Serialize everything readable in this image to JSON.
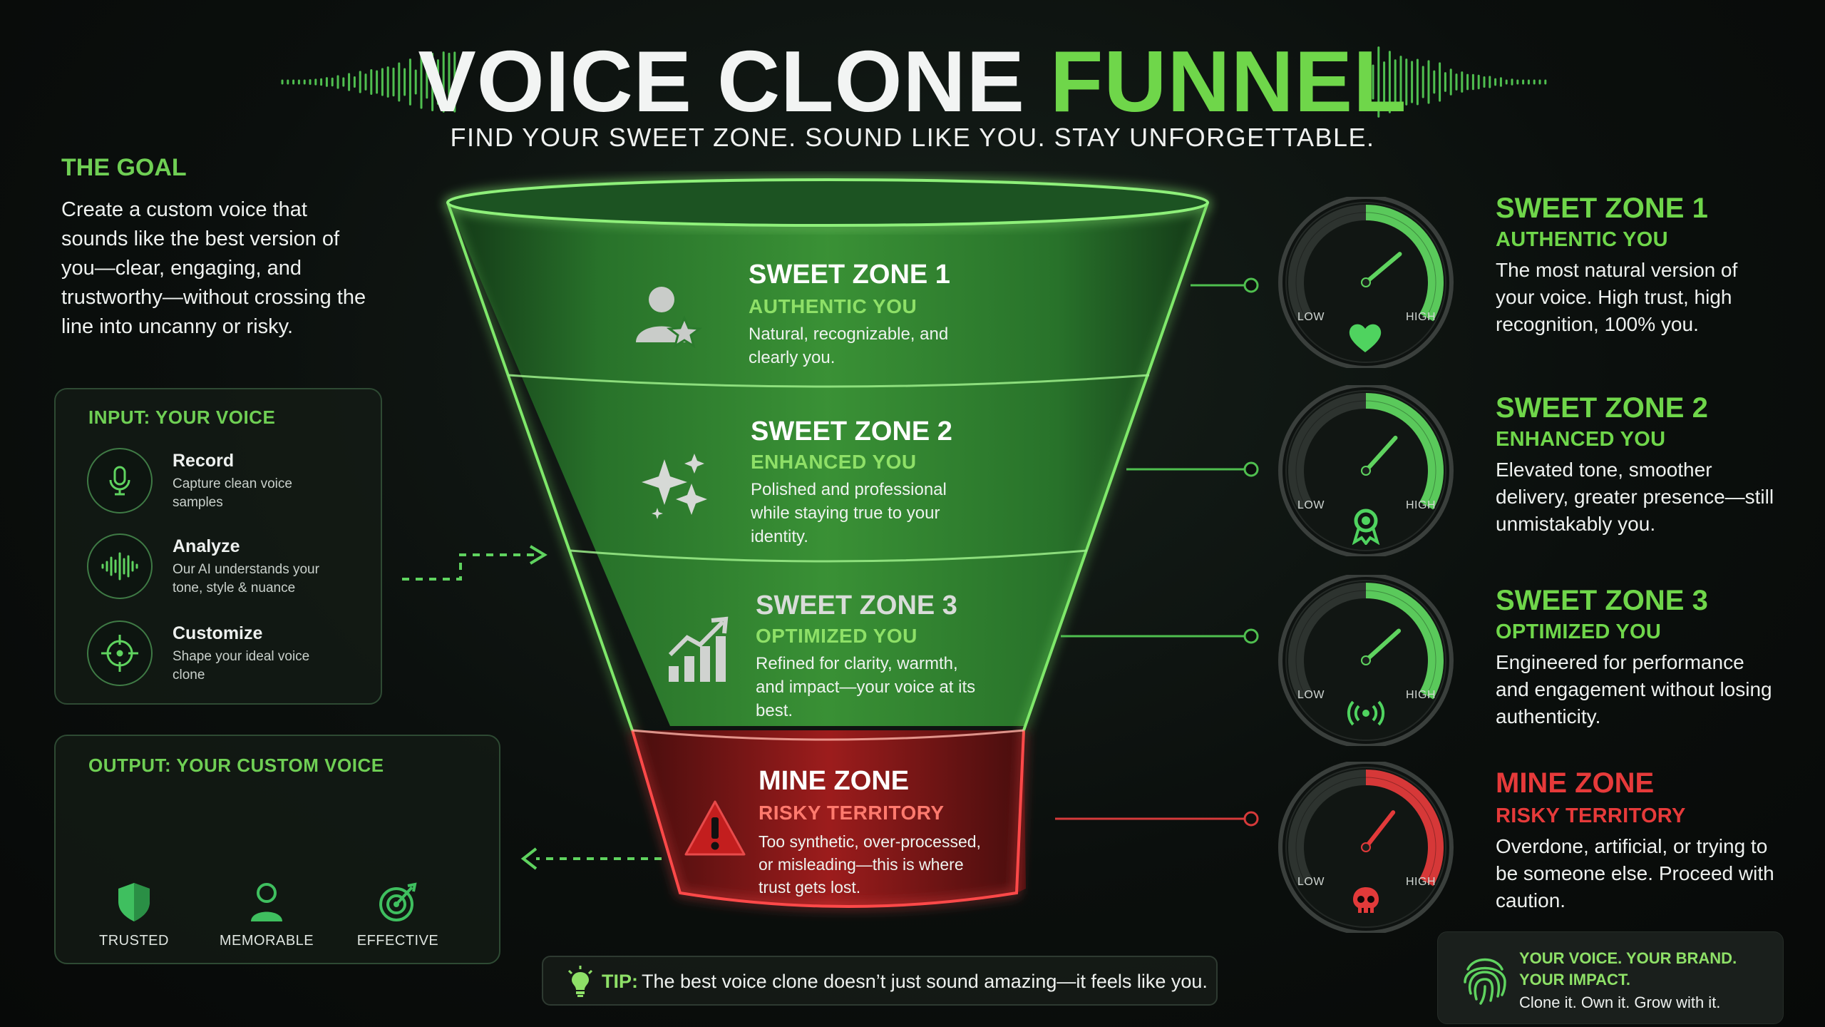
{
  "header": {
    "title_white": "VOICE CLONE",
    "title_green": "FUNNEL",
    "subtitle": "FIND YOUR SWEET ZONE. SOUND LIKE YOU. STAY UNFORGETTABLE."
  },
  "goal": {
    "heading": "THE GOAL",
    "text": "Create a custom voice that sounds like the best version of you—clear, engaging, and trustworthy—without crossing the line into uncanny or risky."
  },
  "input": {
    "heading": "INPUT: YOUR VOICE",
    "steps": [
      {
        "title": "Record",
        "desc": "Capture clean voice samples",
        "icon": "microphone-icon"
      },
      {
        "title": "Analyze",
        "desc": "Our AI understands your tone, style & nuance",
        "icon": "waveform-icon"
      },
      {
        "title": "Customize",
        "desc": "Shape your ideal voice clone",
        "icon": "crosshair-icon"
      }
    ]
  },
  "output": {
    "heading": "OUTPUT: YOUR CUSTOM VOICE",
    "badges": [
      {
        "label": "TRUSTED",
        "icon": "shield-icon"
      },
      {
        "label": "MEMORABLE",
        "icon": "person-icon"
      },
      {
        "label": "EFFECTIVE",
        "icon": "target-icon"
      }
    ]
  },
  "funnel": {
    "zones": [
      {
        "title": "SWEET ZONE 1",
        "subtitle": "AUTHENTIC YOU",
        "desc": "Natural, recognizable, and clearly you.",
        "icon": "user-star-icon"
      },
      {
        "title": "SWEET ZONE 2",
        "subtitle": "ENHANCED YOU",
        "desc": "Polished and professional while staying true to your identity.",
        "icon": "sparkle-icon"
      },
      {
        "title": "SWEET ZONE 3",
        "subtitle": "OPTIMIZED YOU",
        "desc": "Refined for clarity, warmth, and impact—your voice at its best.",
        "icon": "growth-chart-icon"
      },
      {
        "title": "MINE ZONE",
        "subtitle": "RISKY TERRITORY",
        "desc": "Too synthetic, over-processed, or misleading—this is where trust gets lost.",
        "icon": "warning-icon"
      }
    ]
  },
  "gauges": [
    {
      "low": "LOW",
      "high": "HIGH",
      "icon": "heart-icon",
      "color": "#5fd35f"
    },
    {
      "low": "LOW",
      "high": "HIGH",
      "icon": "award-icon",
      "color": "#5fd35f"
    },
    {
      "low": "LOW",
      "high": "HIGH",
      "icon": "broadcast-icon",
      "color": "#5fd35f"
    },
    {
      "low": "LOW",
      "high": "HIGH",
      "icon": "skull-icon",
      "color": "#e23a3a"
    }
  ],
  "right": {
    "items": [
      {
        "title": "SWEET ZONE 1",
        "subtitle": "AUTHENTIC YOU",
        "desc": "The most natural version of your voice. High trust, high recognition, 100% you."
      },
      {
        "title": "SWEET ZONE 2",
        "subtitle": "ENHANCED YOU",
        "desc": "Elevated tone, smoother delivery, greater presence—still unmistakably you."
      },
      {
        "title": "SWEET ZONE 3",
        "subtitle": "OPTIMIZED YOU",
        "desc": "Engineered for performance and engagement without losing authenticity."
      },
      {
        "title": "MINE ZONE",
        "subtitle": "RISKY TERRITORY",
        "desc": "Overdone, artificial, or trying to be someone else. Proceed with caution."
      }
    ]
  },
  "tip": {
    "label": "TIP:",
    "text": "The best voice clone doesn’t just sound amazing—it feels like you."
  },
  "brand": {
    "line1": "YOUR VOICE. YOUR BRAND.",
    "line2": "YOUR IMPACT.",
    "line3": "Clone it. Own it. Grow with it.",
    "icon": "fingerprint-icon"
  },
  "colors": {
    "accent_green": "#6fd64a",
    "danger_red": "#e23a3a",
    "background": "#0b0f0d"
  }
}
